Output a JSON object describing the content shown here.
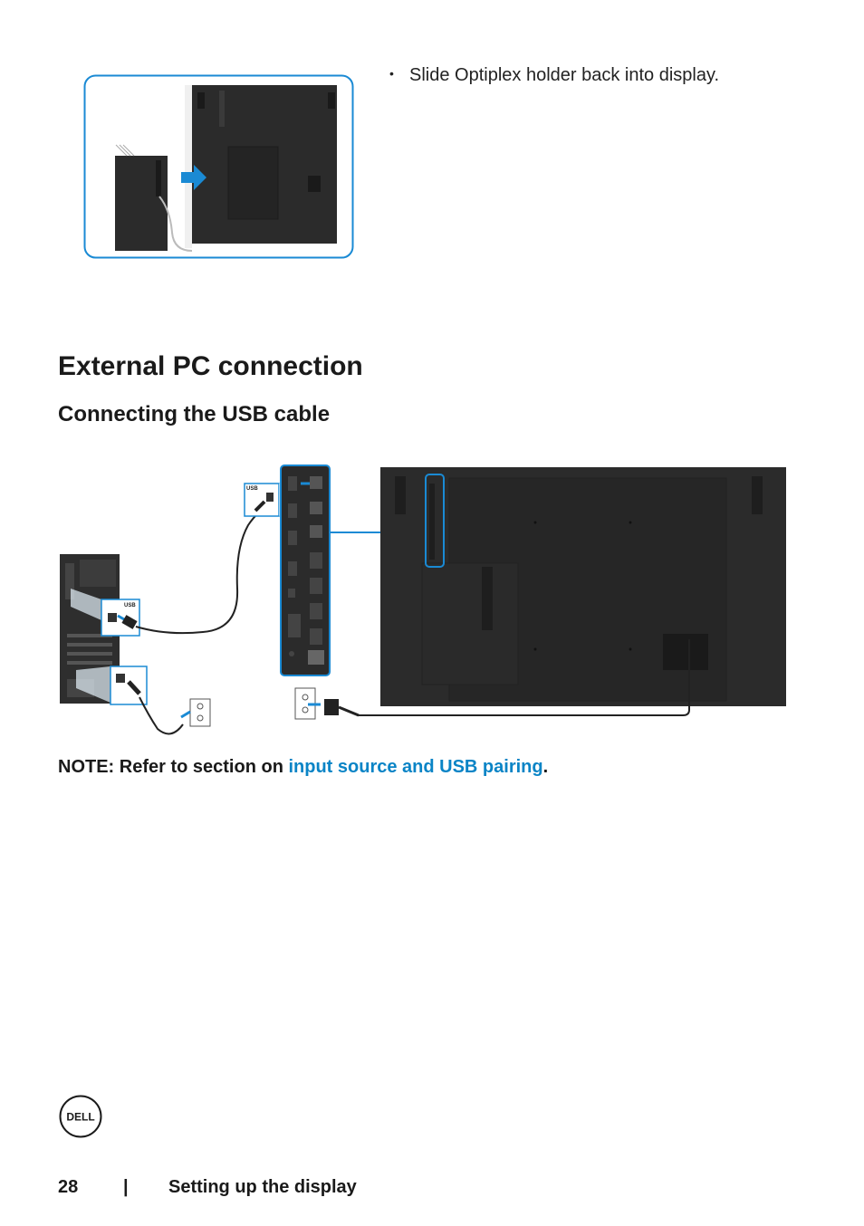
{
  "step": {
    "bullet": "•",
    "text": "Slide Optiplex holder back into display."
  },
  "section": {
    "title": "External PC connection",
    "subtitle": "Connecting the USB cable"
  },
  "diagram": {
    "usb_label_display": "USB",
    "usb_label_pc": "USB"
  },
  "note": {
    "prefix": "NOTE: Refer to section on ",
    "link": "input source and USB pairing",
    "suffix": "."
  },
  "footer": {
    "page_number": "28",
    "separator": "|",
    "chapter": "Setting up the display"
  },
  "logo": {
    "text": "DELL",
    "icon": "dell-logo-icon"
  },
  "colors": {
    "accent_blue": "#0a84c6",
    "frame_blue": "#1a8ad4",
    "device_dark": "#2b2b2b"
  }
}
